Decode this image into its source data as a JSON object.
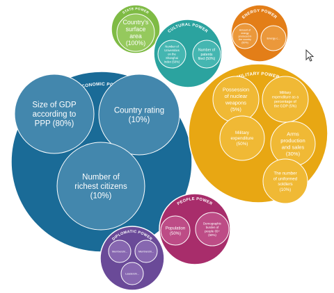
{
  "colors": {
    "economic": "#1a6b97",
    "economic_child": "#4387ad",
    "military": "#e8a713",
    "military_child": "#f0b935",
    "state": "#7fbb45",
    "state_child": "#95c95d",
    "cultural": "#2ba39f",
    "cultural_child": "#45b6b1",
    "energy": "#e37e18",
    "energy_child": "#eb983b",
    "people": "#a82d6b",
    "people_child": "#bd4c86",
    "diplomatic": "#6a4a98",
    "diplomatic_child": "#8767b0",
    "stroke": "#ffffff"
  },
  "groups": [
    {
      "key": "economic",
      "title": "ECONOMIC POWER",
      "children": [
        {
          "label": "Size of GDP according to PPP (80%)"
        },
        {
          "label": "Country rating (10%)"
        },
        {
          "label": "Number of richest citizens (10%)"
        }
      ]
    },
    {
      "key": "military",
      "title": "MILITARY POWER",
      "children": [
        {
          "label": "Possession of nuclear weapons (5%)"
        },
        {
          "label": "Military expenditure as a percentage of the GDP (5%)"
        },
        {
          "label": "Military expenditure (50%)"
        },
        {
          "label": "Arms production and sales (30%)"
        },
        {
          "label": "The number of uniformed soldiers (10%)"
        }
      ]
    },
    {
      "key": "state",
      "title": "STATE POWER",
      "children": [
        {
          "label": "Country's surface area (100%)"
        }
      ]
    },
    {
      "key": "cultural",
      "title": "CULTURAL POWER",
      "children": [
        {
          "label": "Number of Universities on the Shanghai Index (50%)"
        },
        {
          "label": "Number of patents filed (50%)"
        }
      ]
    },
    {
      "key": "energy",
      "title": "ENERGY POWER",
      "children": [
        {
          "label": "Amount of energy produced in the country (50%)"
        },
        {
          "label": "Energy c..."
        }
      ]
    },
    {
      "key": "people",
      "title": "PEOPLE POWER",
      "children": [
        {
          "label": "Population (50%)"
        },
        {
          "label": "Demographic burden of people 65+ (50%)"
        }
      ]
    },
    {
      "key": "diplomatic",
      "title": "DIPLOMATIC POWER",
      "children": [
        {
          "label": "Membershi..."
        },
        {
          "label": "Membershi..."
        },
        {
          "label": "Leadershi..."
        }
      ]
    }
  ]
}
